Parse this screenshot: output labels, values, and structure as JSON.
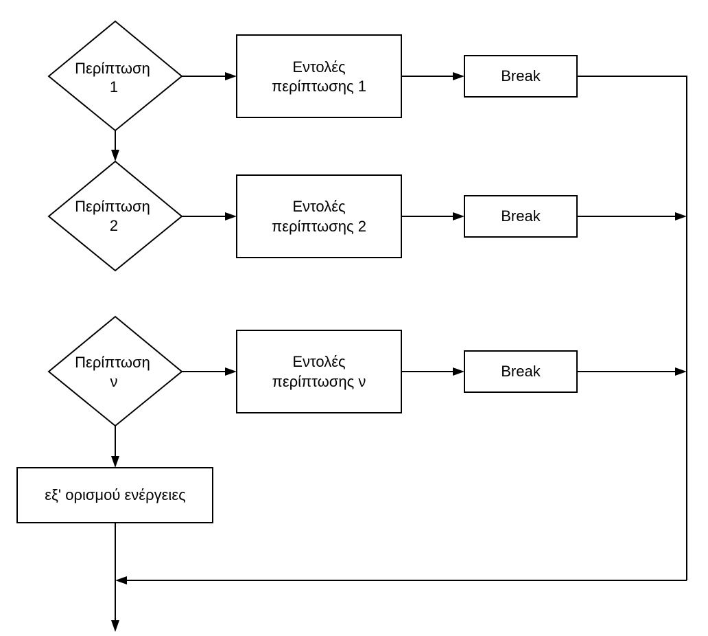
{
  "colors": {
    "stroke": "#000000",
    "fill": "#ffffff",
    "text": "#000000"
  },
  "cases": [
    {
      "decision": [
        "Περίπτωση",
        "1"
      ],
      "commands": [
        "Εντολές",
        "περίπτωσης 1"
      ],
      "break": "Break"
    },
    {
      "decision": [
        "Περίπτωση",
        "2"
      ],
      "commands": [
        "Εντολές",
        "περίπτωσης 2"
      ],
      "break": "Break"
    },
    {
      "decision": [
        "Περίπτωση",
        "ν"
      ],
      "commands": [
        "Εντολές",
        "περίπτωσης ν"
      ],
      "break": "Break"
    }
  ],
  "default_box": "εξ' ορισμού ενέργειες"
}
